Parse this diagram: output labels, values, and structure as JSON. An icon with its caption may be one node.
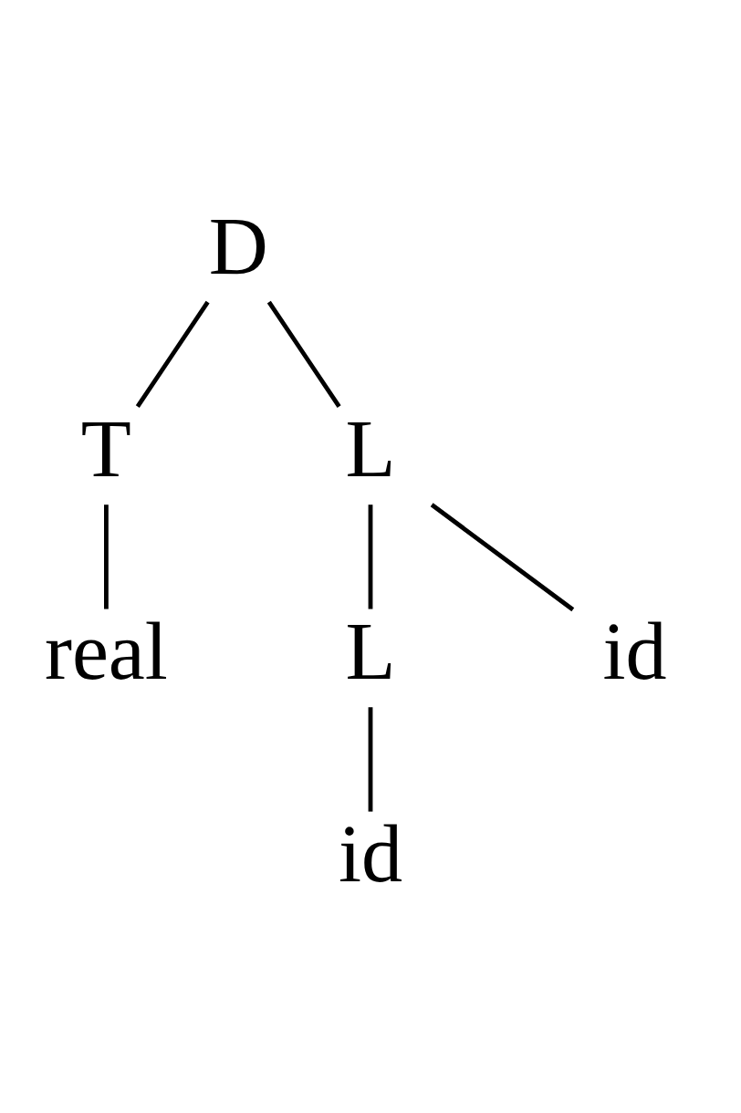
{
  "diagram": {
    "nodes": [
      {
        "text": [
          "D"
        ]
      },
      {
        "text": [
          "T"
        ]
      },
      {
        "text": [
          "L"
        ]
      },
      {
        "text": [
          "real"
        ]
      },
      {
        "text": [
          "L"
        ]
      },
      {
        "text": [
          "id"
        ]
      },
      {
        "text": [
          "id"
        ]
      }
    ],
    "edges": [
      {
        "from": 0,
        "to": 1,
        "arrow": "none"
      },
      {
        "from": 0,
        "to": 2,
        "arrow": "none"
      },
      {
        "from": 1,
        "to": 3,
        "arrow": "none"
      },
      {
        "from": 2,
        "to": 4,
        "arrow": "none"
      },
      {
        "from": 2,
        "to": 5,
        "arrow": "none"
      },
      {
        "from": 4,
        "to": 6,
        "arrow": "none"
      }
    ]
  }
}
